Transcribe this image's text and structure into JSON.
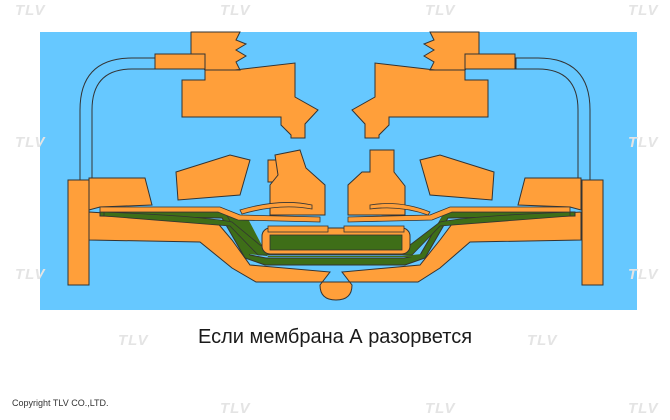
{
  "caption": "Если мембрана А разорвется",
  "copyright": "Copyright TLV CO.,LTD.",
  "watermark": "TLV",
  "colors": {
    "background_fluid": "#66c8ff",
    "body_metal": "#ff9f3a",
    "diaphragm": "#3e6e18",
    "outline": "#333333"
  }
}
